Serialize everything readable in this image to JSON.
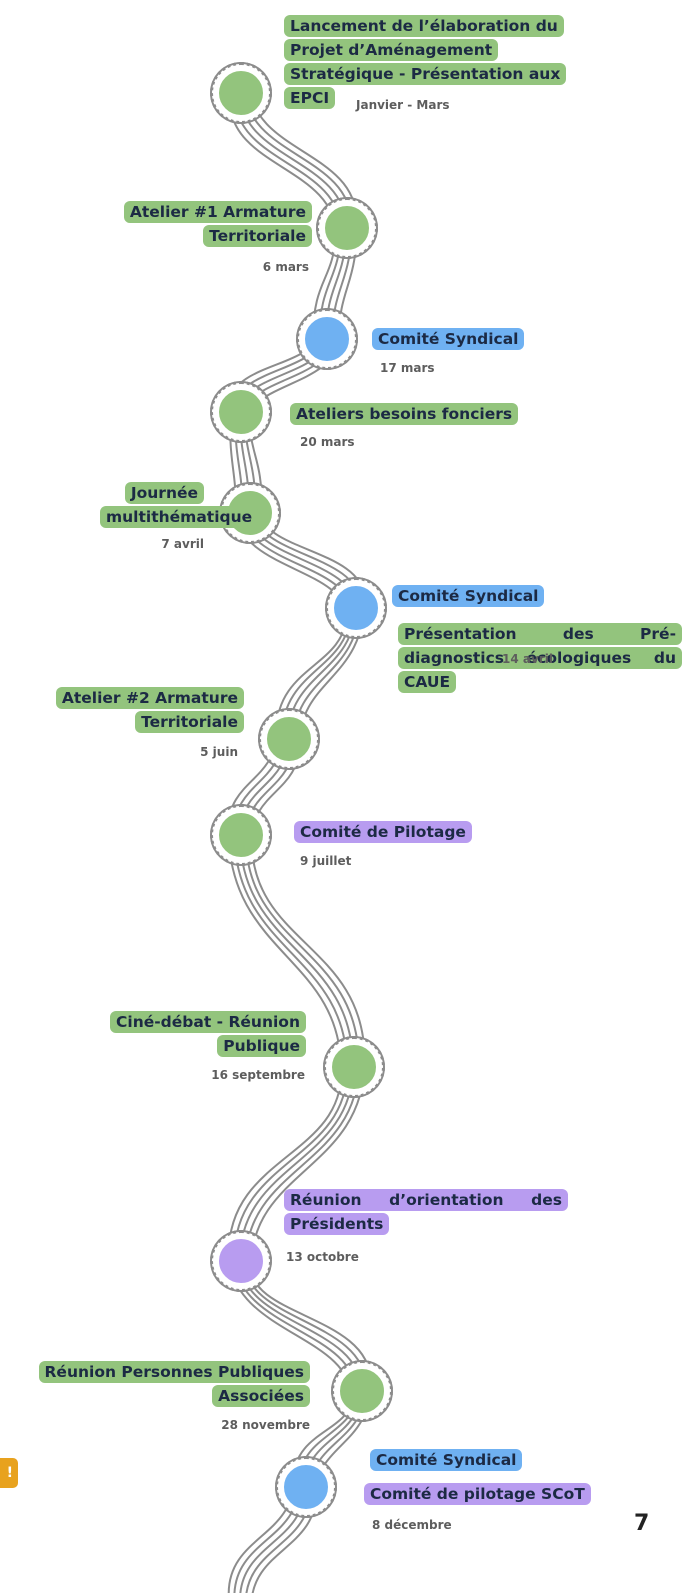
{
  "colors": {
    "green": "#93c47d",
    "blue": "#6fb1f2",
    "purple": "#b89cf0",
    "road": "#8c8c8c",
    "text": "#1c2a44",
    "date": "#5d5d5d",
    "warning": "#e8a21e"
  },
  "events": [
    {
      "title": "Lancement de l’élaboration du Projet d’Aménagement Stratégique - Présentation aux EPCI",
      "date": "Janvier - Mars",
      "color": "green"
    },
    {
      "title": "Atelier #1 Armature Territoriale",
      "date": "6 mars",
      "color": "green"
    },
    {
      "title": "Comité Syndical",
      "date": "17 mars",
      "color": "blue"
    },
    {
      "title": "Ateliers besoins fonciers",
      "date": "20 mars",
      "color": "green"
    },
    {
      "title": "Journée multithématique",
      "date": "7 avril",
      "color": "green"
    },
    {
      "title": "Comité Syndical",
      "subtitle": "Présentation des Pré-diagnostics écologiques du CAUE",
      "date": "14 avril",
      "color": "blue",
      "subtitle_color": "green"
    },
    {
      "title": "Atelier #2 Armature Territoriale",
      "date": "5 juin",
      "color": "green"
    },
    {
      "title": "Comité de Pilotage",
      "date": "9 juillet",
      "color": "purple"
    },
    {
      "title": "Ciné-débat - Réunion Publique",
      "date": "16 septembre",
      "color": "green"
    },
    {
      "title": "Réunion d’orientation des Présidents",
      "date": "13 octobre",
      "color": "purple"
    },
    {
      "title": "Réunion Personnes Publiques Associées",
      "date": "28 novembre",
      "color": "green"
    },
    {
      "title": "Comité Syndical",
      "subtitle": "Comité de pilotage SCoT",
      "date": "8 décembre",
      "color": "blue",
      "subtitle_color": "purple"
    }
  ],
  "page_number": "7",
  "side_marker": "!"
}
